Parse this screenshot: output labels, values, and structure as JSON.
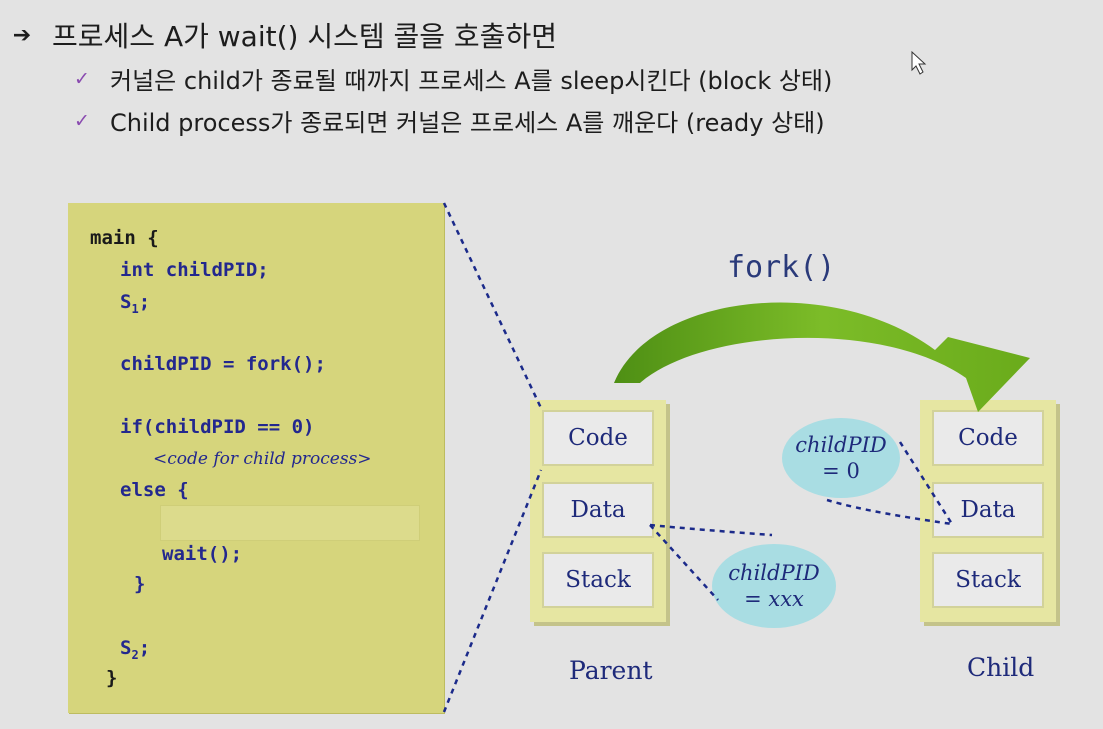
{
  "heading": {
    "main": "프로세스 A가 wait() 시스템 콜을 호출하면",
    "sub_items": [
      "커널은 child가 종료될 때까지 프로세스 A를 sleep시킨다 (block 상태)",
      "Child process가 종료되면 커널은 프로세스 A를 깨운다 (ready 상태)"
    ]
  },
  "icons": {
    "main_bullet": "arrow-icon",
    "sub_bullet": "check-icon"
  },
  "code": {
    "main_open": "main {",
    "decl": "int childPID;",
    "s1_prefix": "S",
    "s1_sub": "1",
    "s1_suffix": ";",
    "fork_call": "childPID = fork();",
    "if_stmt": "if(childPID == 0)",
    "child_comment": "<code for child process>",
    "else_open": "else {",
    "wait_call": "wait();",
    "else_close": "}",
    "s2_prefix": "S",
    "s2_sub": "2",
    "s2_suffix": ";",
    "main_close": "}"
  },
  "diagram": {
    "fork_label": "fork()",
    "segments": {
      "code": "Code",
      "data": "Data",
      "stack": "Stack"
    },
    "parent_label": "Parent",
    "child_label": "Child",
    "bubble_child": {
      "name": "childPID",
      "value": "= 0"
    },
    "bubble_parent": {
      "name": "childPID",
      "value_prefix": "= ",
      "value_italic": "xxx"
    }
  },
  "colors": {
    "code_panel": "#d6d57c",
    "code_text": "#23288e",
    "process_box": "#e6e6a2",
    "bubble": "#a9dde3",
    "fork_arrow": "#6fae1d",
    "dotted_line": "#1b2a8a",
    "check_icon": "#8a4bb0"
  }
}
